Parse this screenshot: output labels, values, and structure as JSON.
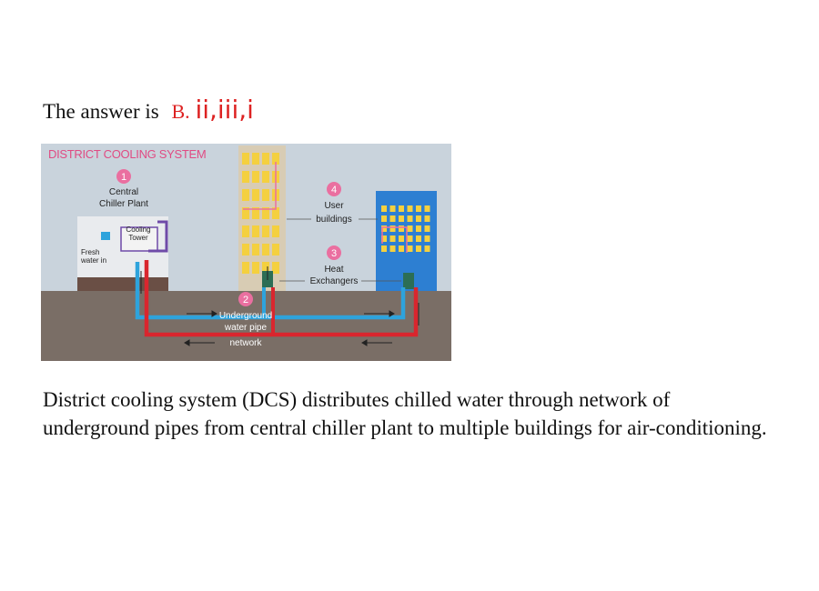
{
  "answer": {
    "prefix": "The answer is",
    "choice": "B.",
    "options": "ii,iii,i"
  },
  "diagram": {
    "title": "DISTRICT COOLING SYSTEM",
    "steps": [
      {
        "num": "1",
        "label_lines": [
          "Central",
          "Chiller Plant"
        ]
      },
      {
        "num": "2",
        "label_lines": [
          "Underground",
          "water pipe",
          "network"
        ]
      },
      {
        "num": "3",
        "label_lines": [
          "Heat",
          "Exchangers"
        ]
      },
      {
        "num": "4",
        "label_lines": [
          "User",
          "buildings"
        ]
      }
    ],
    "cooling_tower_lines": [
      "Cooling",
      "Tower"
    ],
    "fresh_water_lines": [
      "Fresh",
      "water in"
    ],
    "colors": {
      "sky": "#c9d3dc",
      "ground": "#7a6e66",
      "supply_pipe": "#2ea3dc",
      "return_pipe": "#d9262e",
      "title": "#e04b83",
      "badge": "#ea6fa0",
      "window": "#f4d03f",
      "blue_tower": "#2d7fd2",
      "beige_tower": "#d8ccb4"
    }
  },
  "description": "District cooling system (DCS) distributes chilled water through network of underground pipes from central chiller plant to multiple buildings for air-conditioning."
}
